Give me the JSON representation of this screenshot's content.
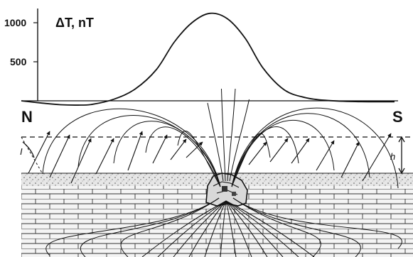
{
  "y_axis_label": "ΔT, nT",
  "ticks": [
    "1000",
    "500"
  ],
  "pole_north": "N",
  "pole_south": "S",
  "inclination_label": "I",
  "height_label": "h",
  "chart_data": {
    "type": "line",
    "title": "",
    "ylabel": "ΔT, nT",
    "xlabel": "",
    "ylim": [
      -60,
      1150
    ],
    "series": [
      {
        "values": [
          {
            "x": 0,
            "y": 0
          },
          {
            "x": 30,
            "y": -30
          },
          {
            "x": 55,
            "y": -50
          },
          {
            "x": 80,
            "y": -55
          },
          {
            "x": 100,
            "y": -45
          },
          {
            "x": 130,
            "y": 20
          },
          {
            "x": 160,
            "y": 150
          },
          {
            "x": 190,
            "y": 400
          },
          {
            "x": 215,
            "y": 750
          },
          {
            "x": 240,
            "y": 1000
          },
          {
            "x": 265,
            "y": 1120
          },
          {
            "x": 290,
            "y": 1050
          },
          {
            "x": 315,
            "y": 800
          },
          {
            "x": 340,
            "y": 420
          },
          {
            "x": 370,
            "y": 140
          },
          {
            "x": 400,
            "y": 40
          },
          {
            "x": 430,
            "y": 5
          },
          {
            "x": 470,
            "y": -10
          },
          {
            "x": 525,
            "y": -12
          }
        ]
      }
    ]
  }
}
